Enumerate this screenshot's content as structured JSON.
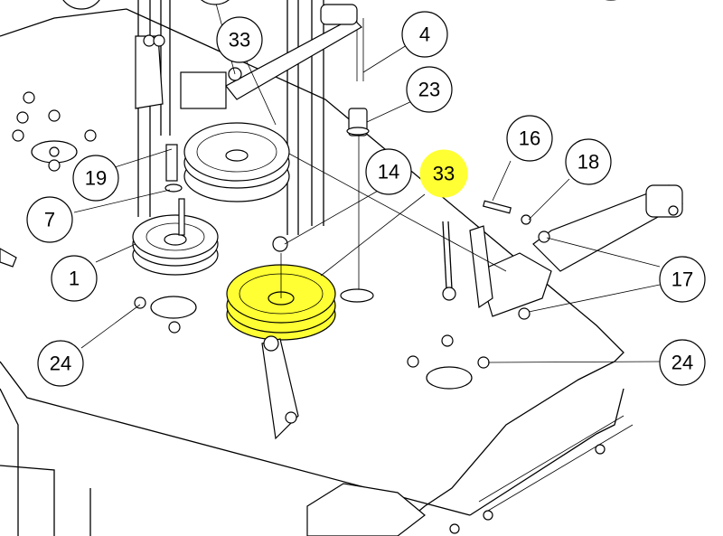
{
  "diagram": {
    "highlight_color": "#ffff33",
    "callouts": [
      {
        "id": "c-33-top",
        "label": "33",
        "highlighted": false
      },
      {
        "id": "c-4",
        "label": "4",
        "highlighted": false
      },
      {
        "id": "c-23",
        "label": "23",
        "highlighted": false
      },
      {
        "id": "c-19",
        "label": "19",
        "highlighted": false
      },
      {
        "id": "c-7",
        "label": "7",
        "highlighted": false
      },
      {
        "id": "c-1",
        "label": "1",
        "highlighted": false
      },
      {
        "id": "c-24-left",
        "label": "24",
        "highlighted": false
      },
      {
        "id": "c-14",
        "label": "14",
        "highlighted": false
      },
      {
        "id": "c-33-hl",
        "label": "33",
        "highlighted": true
      },
      {
        "id": "c-16",
        "label": "16",
        "highlighted": false
      },
      {
        "id": "c-18",
        "label": "18",
        "highlighted": false
      },
      {
        "id": "c-17",
        "label": "17",
        "highlighted": false
      },
      {
        "id": "c-24-right",
        "label": "24",
        "highlighted": false
      }
    ]
  }
}
